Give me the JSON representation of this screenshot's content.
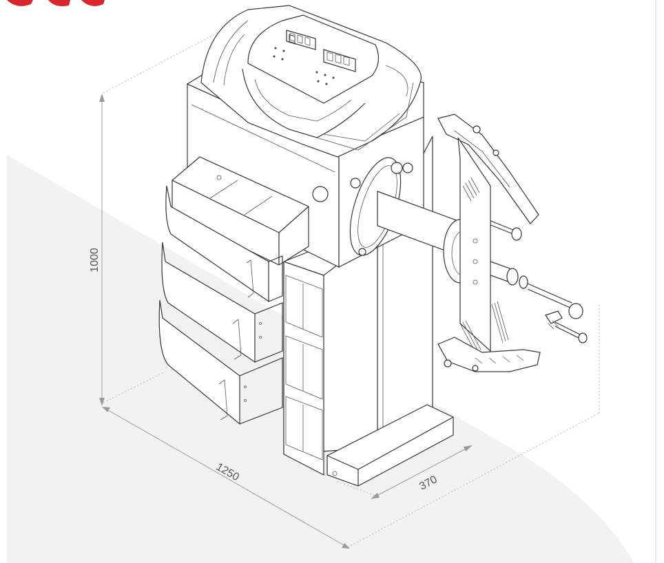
{
  "dimensions": {
    "height": "1000",
    "length": "1250",
    "depth": "370"
  },
  "colors": {
    "background": "#ffffff",
    "floor_shade": "#f2f2f2",
    "line": "#333333",
    "dimension": "#9a9a9a",
    "accent_red": "#d9262e"
  }
}
